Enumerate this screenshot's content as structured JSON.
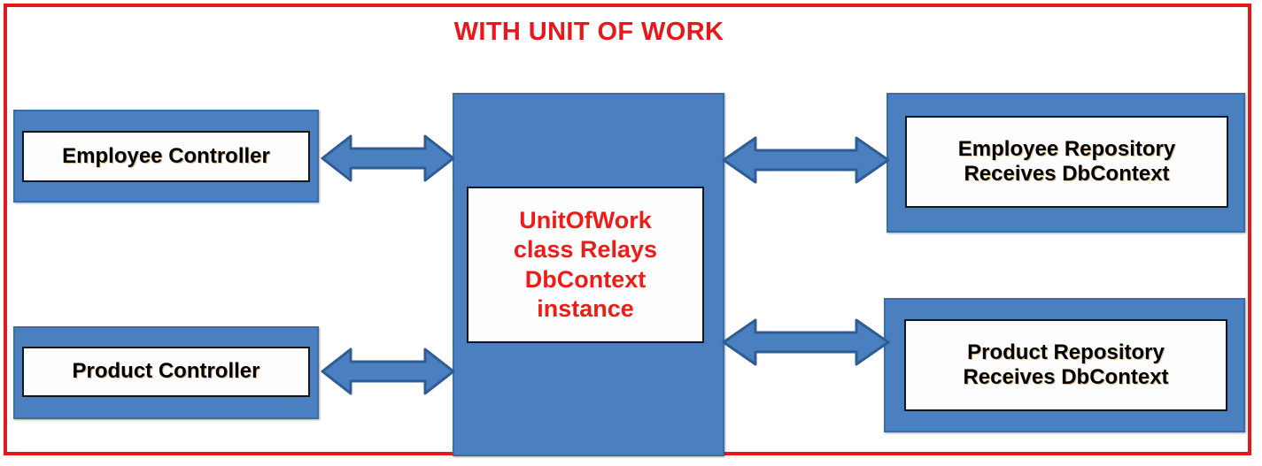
{
  "diagram": {
    "title": "WITH UNIT OF WORK",
    "colors": {
      "frame_red": "#E8171B",
      "title_red": "#E8171B",
      "box_fill_blue": "#4A80C0",
      "box_border_blue": "#3A6DA8",
      "inner_box_fill": "#FDFDFD",
      "inner_box_border": "#11161E",
      "label_black": "#000000",
      "label_red": "#EE1C18",
      "arrow_fill": "#4A80C0",
      "arrow_border": "#2F5C92"
    },
    "nodes": {
      "employee_controller": {
        "label": "Employee Controller"
      },
      "product_controller": {
        "label": "Product Controller"
      },
      "unit_of_work": {
        "label": "UnitOfWork\nclass Relays\nDbContext\ninstance"
      },
      "employee_repository": {
        "label": "Employee Repository\nReceives DbContext"
      },
      "product_repository": {
        "label": "Product Repository\nReceives DbContext"
      }
    },
    "connections": [
      {
        "name": "employee-controller-to-unit-of-work",
        "from": "employee_controller",
        "to": "unit_of_work",
        "style": "double-headed-arrow"
      },
      {
        "name": "product-controller-to-unit-of-work",
        "from": "product_controller",
        "to": "unit_of_work",
        "style": "double-headed-arrow"
      },
      {
        "name": "unit-of-work-to-employee-repository",
        "from": "unit_of_work",
        "to": "employee_repository",
        "style": "double-headed-arrow"
      },
      {
        "name": "unit-of-work-to-product-repository",
        "from": "unit_of_work",
        "to": "product_repository",
        "style": "double-headed-arrow"
      }
    ]
  }
}
